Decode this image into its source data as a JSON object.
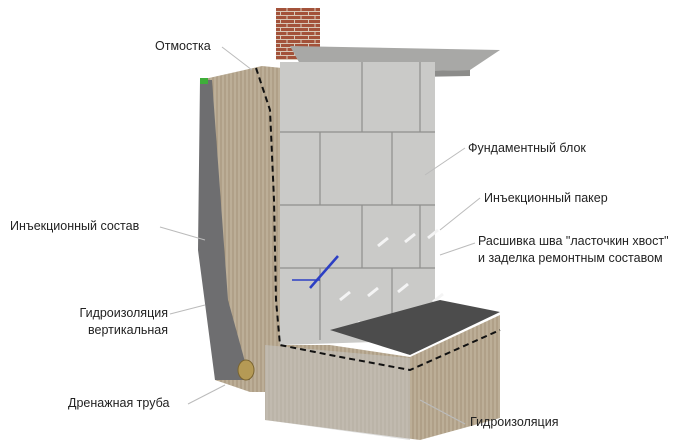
{
  "labels": {
    "otmostka": "Отмостка",
    "block": "Фундаментный блок",
    "packer": "Инъекционный пакер",
    "seam_line1": "Расшивка шва \"ласточкин хвост\"",
    "seam_line2": "и заделка ремонтным составом",
    "injection": "Инъекционный состав",
    "vertical_line1": "Гидроизоляция",
    "vertical_line2": "вертикальная",
    "drain": "Дренажная труба",
    "waterproofing": "Гидроизоляция"
  },
  "colors": {
    "brick": "#a3523a",
    "block": "#c9c9c7",
    "soil": "#b9ab95",
    "dark_layer": "#6d6d6f",
    "slab": "#4a4a4a",
    "footing": "#b7a88f",
    "packer": "#2c3fc4"
  }
}
